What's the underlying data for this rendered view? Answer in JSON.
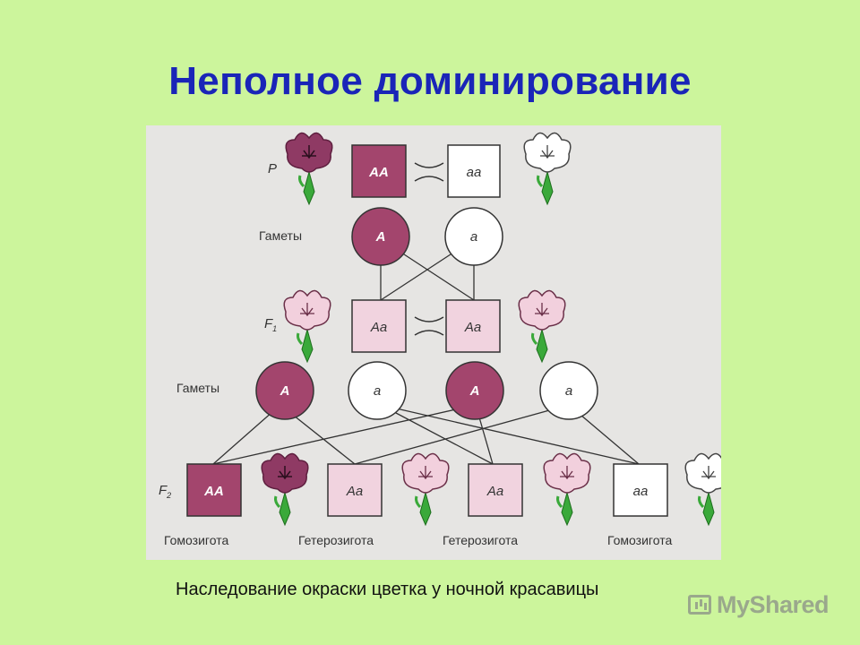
{
  "title": "Неполное доминирование",
  "caption": "Наследование окраски цветка у ночной красавицы",
  "watermark": "MyShared",
  "colors": {
    "background": "#ccf59c",
    "title": "#1a25b8",
    "dominant": "#a3456d",
    "intermediate": "#f1d3df",
    "recessive": "#ffffff"
  },
  "diagram": {
    "parents": {
      "label": "P",
      "left_genotype": "AA",
      "right_genotype": "aa"
    },
    "gametes1": {
      "label": "Гаметы",
      "items": [
        "A",
        "a"
      ]
    },
    "f1": {
      "label": "F",
      "subscript": "1",
      "left_genotype": "Aa",
      "right_genotype": "Aa"
    },
    "gametes2": {
      "label": "Гаметы",
      "items": [
        "A",
        "a",
        "A",
        "a"
      ]
    },
    "f2": {
      "label": "F",
      "subscript": "2",
      "genotypes": [
        "AA",
        "Aa",
        "Aa",
        "aa"
      ],
      "captions": [
        "Гомозигота",
        "Гетерозигота",
        "Гетерозигота",
        "Гомозигота"
      ]
    }
  }
}
